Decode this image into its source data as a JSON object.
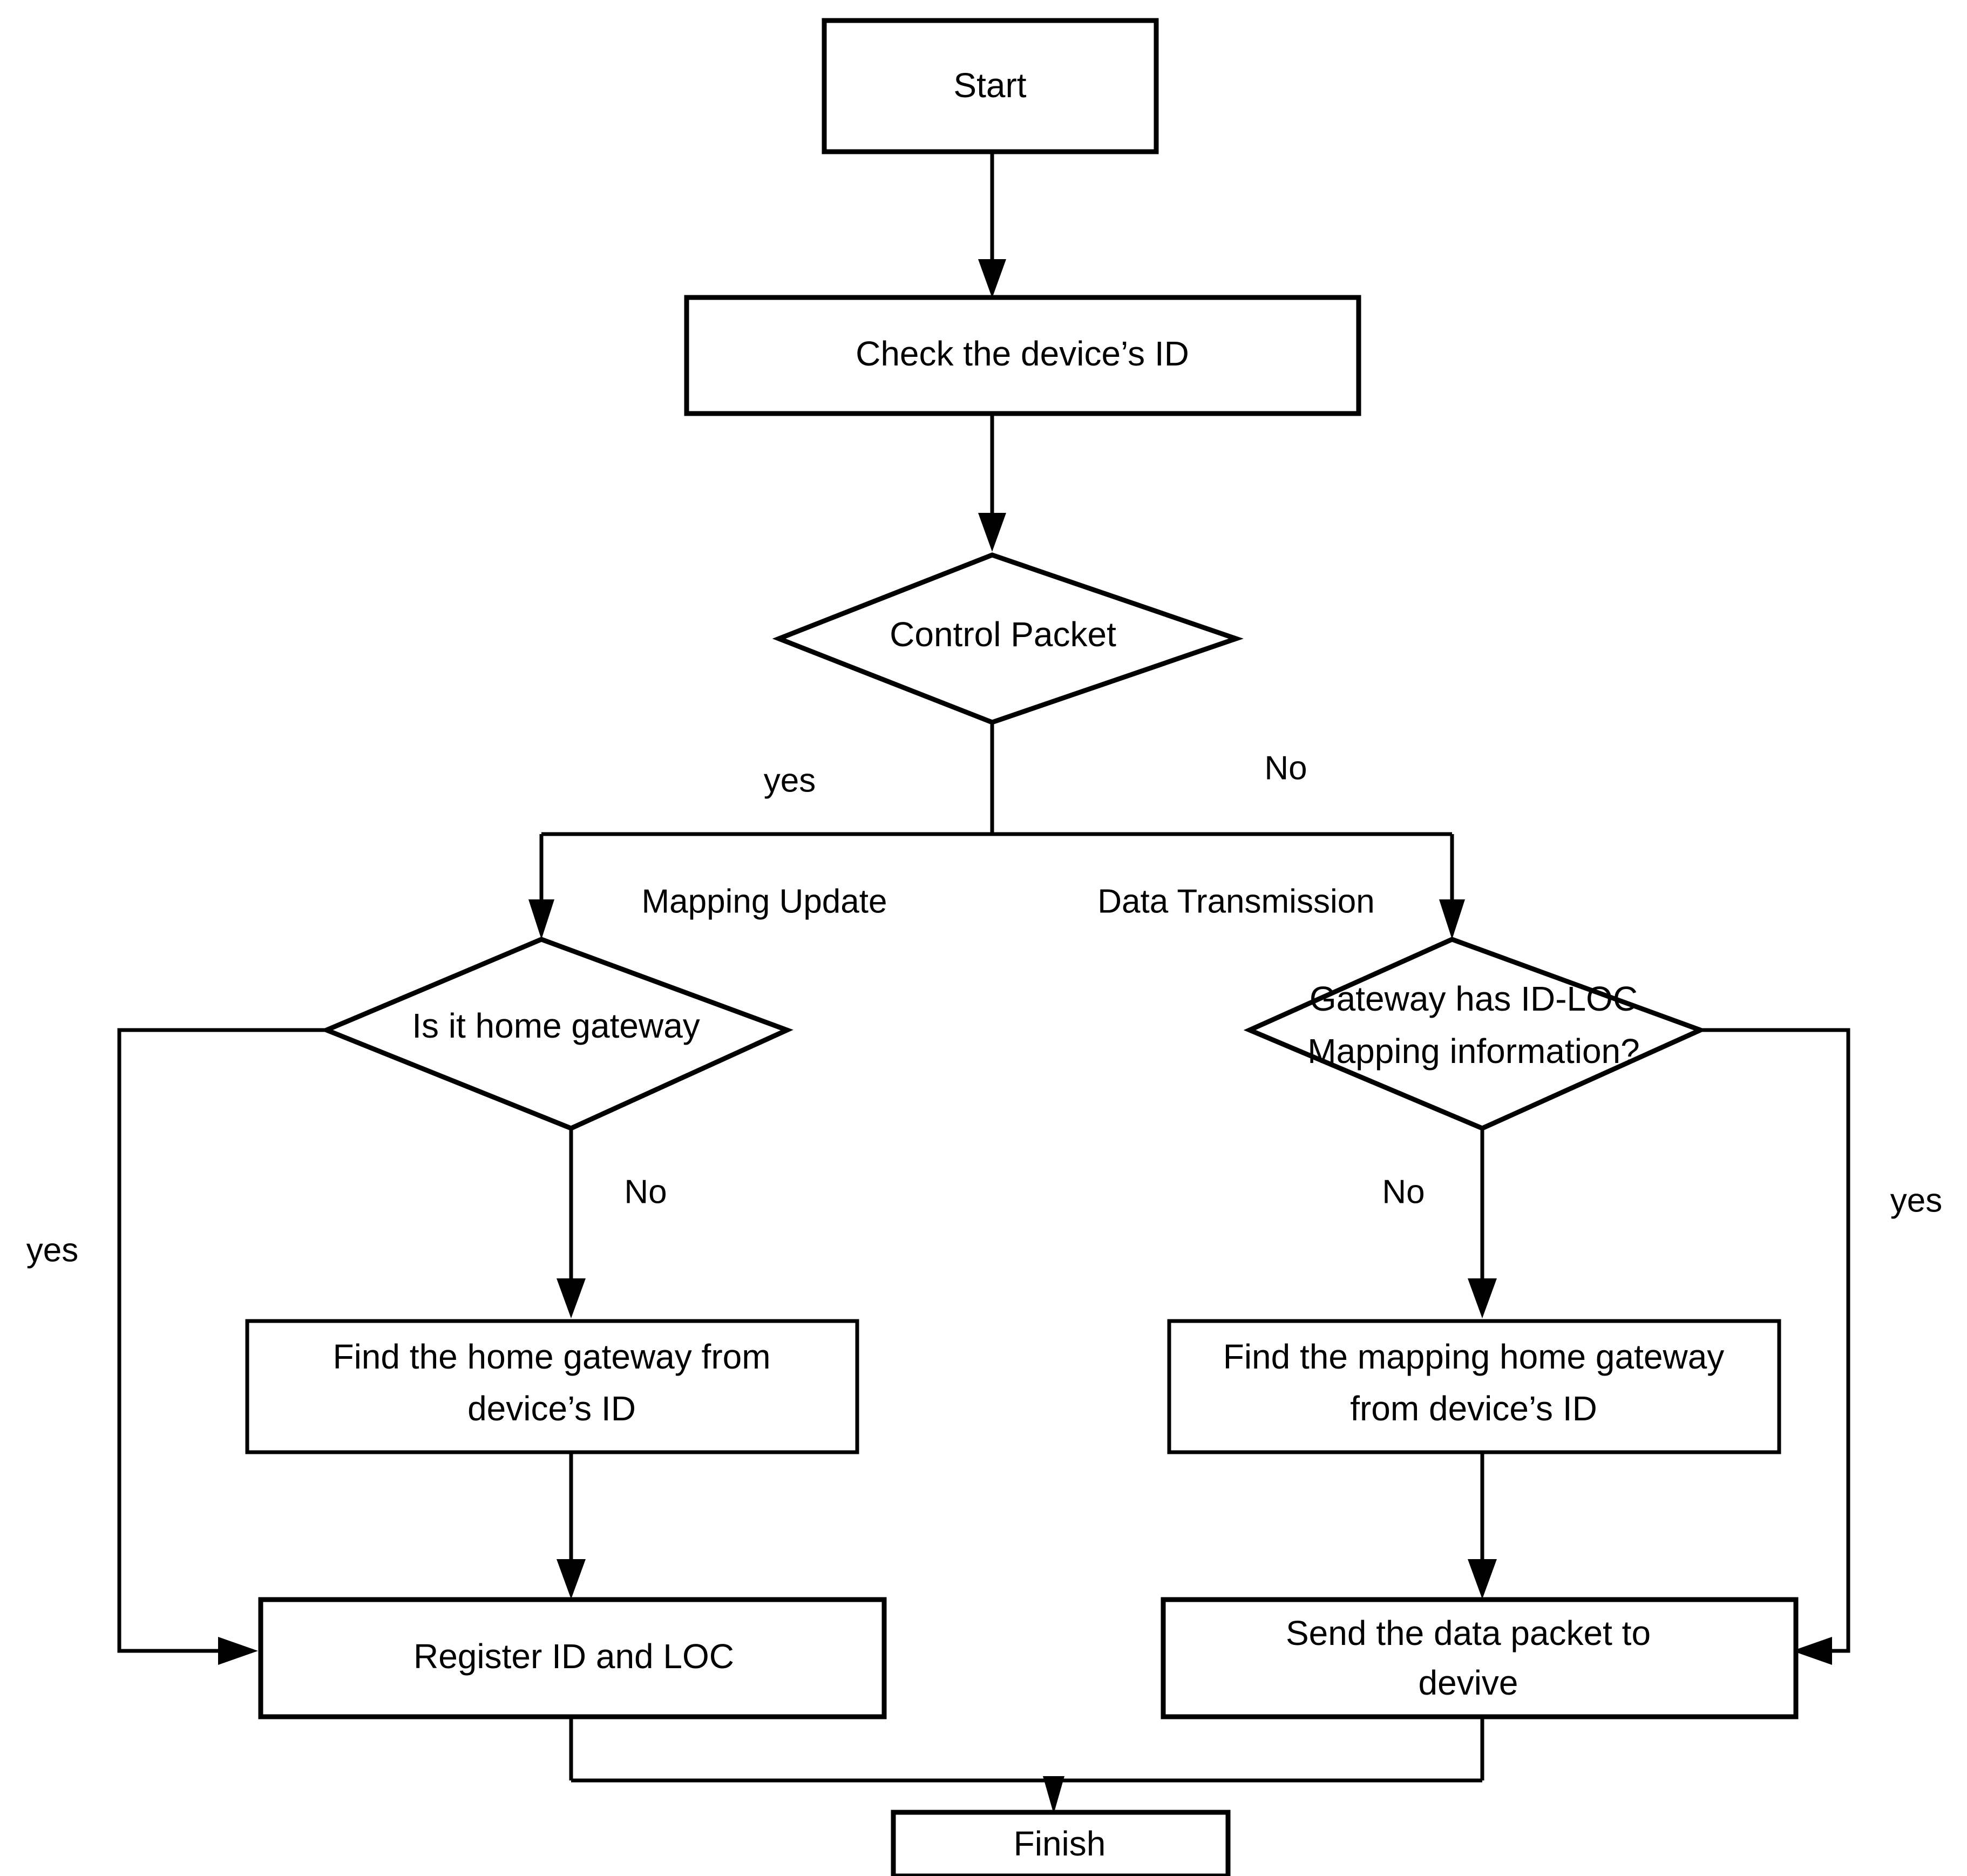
{
  "diagram": {
    "title": "ID-LOC mapping and data transmission flowchart",
    "background_color": "#ffffff",
    "stroke_color": "#000000",
    "nodes": {
      "start": {
        "label": "Start",
        "shape": "process"
      },
      "check_id": {
        "label": "Check the device’s ID",
        "shape": "process"
      },
      "control_packet": {
        "label": "Control Packet",
        "shape": "decision"
      },
      "is_home_gateway": {
        "label": "Is it home gateway",
        "shape": "decision"
      },
      "gateway_has_mapping": {
        "label_line1": "Gateway has ID-LOC",
        "label_line2": "Mapping information?",
        "shape": "decision"
      },
      "find_home_gateway": {
        "label_line1": "Find the home gateway from",
        "label_line2": "device’s ID",
        "shape": "process"
      },
      "find_mapping_home_gateway": {
        "label_line1": "Find the mapping home gateway",
        "label_line2": "from device’s ID",
        "shape": "process"
      },
      "register_id_loc": {
        "label": "Register ID and LOC",
        "shape": "process"
      },
      "send_data_packet": {
        "label_line1": "Send the data packet to",
        "label_line2": "devive",
        "shape": "process"
      },
      "finish": {
        "label": "Finish",
        "shape": "process"
      }
    },
    "edge_labels": {
      "control_yes": "yes",
      "control_no": "No",
      "mapping_update": "Mapping Update",
      "data_transmission": "Data Transmission",
      "home_gateway_no": "No",
      "home_gateway_yes": "yes",
      "mapping_no": "No",
      "mapping_yes": "yes"
    }
  }
}
